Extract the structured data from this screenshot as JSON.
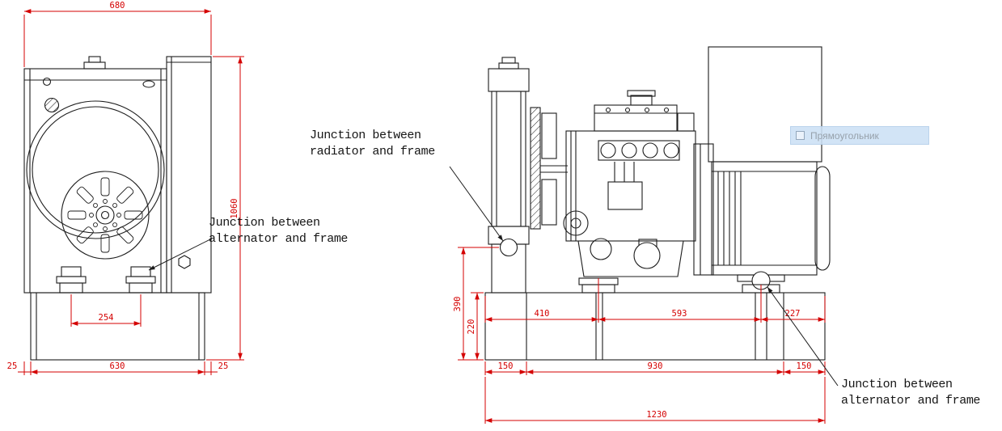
{
  "drawing": {
    "front_view": {
      "dimensions": {
        "overall_width": "680",
        "overall_height": "1060",
        "mount_spacing": "254",
        "base_left_offset": "25",
        "base_width": "630",
        "base_right_offset": "25"
      },
      "callout_alternator_frame": "Junction between\nalternator and frame"
    },
    "side_view": {
      "dimensions": {
        "radiator_mount_height": "390",
        "base_height": "220",
        "frame_end_to_engine_mount": "410",
        "engine_mount_to_alternator_mount": "593",
        "alternator_mount_to_frame_end": "227",
        "left_overhang": "150",
        "crossmember_span": "930",
        "right_overhang": "150",
        "overall_length": "1230"
      },
      "callout_radiator_frame": "Junction between\nradiator and frame",
      "callout_alternator_frame": "Junction between\nalternator and frame"
    }
  },
  "tooltip": {
    "icon": "rectangle-icon",
    "label": "Прямоугольник"
  },
  "colors": {
    "dimension_red": "#d40000",
    "line_black": "#1c1c1c",
    "tooltip_bg": "#cce0f5",
    "tooltip_text": "#97a1ab"
  }
}
